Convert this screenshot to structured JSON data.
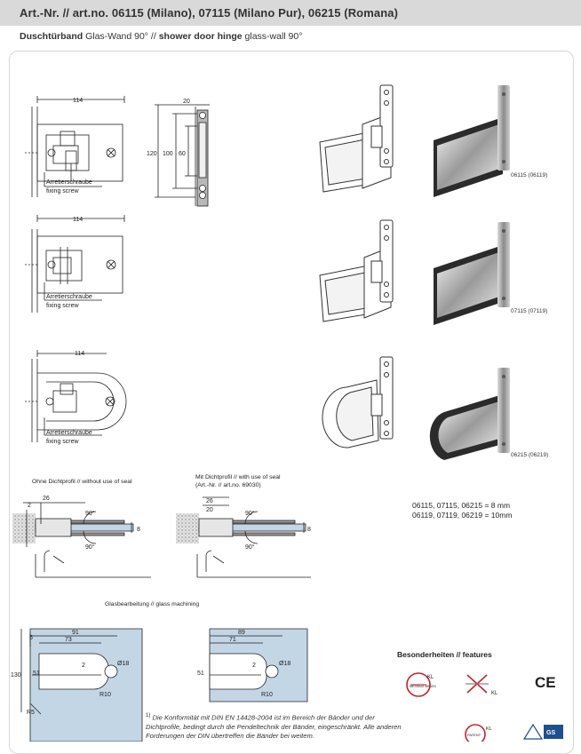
{
  "header": {
    "title": "Art.-Nr. // art.no. 06115 (Milano), 07115 (Milano Pur), 06215 (Romana)",
    "subtitle_bold_de": "Duschtürband",
    "subtitle_de": " Glas-Wand 90° // ",
    "subtitle_bold_en": "shower door hinge",
    "subtitle_en": " glass-wall 90°"
  },
  "drawings": {
    "dim_114": "114",
    "dim_20": "20",
    "dim_120": "120",
    "dim_100": "100",
    "dim_60": "60",
    "arretier_de": "Arretierschraube",
    "arretier_en": "fixing screw"
  },
  "product_codes": [
    "06115 (06119)",
    "07115 (07119)",
    "06215 (06219)"
  ],
  "seal": {
    "without_label": "Ohne Dichtprofil // without use of seal",
    "with_label": "Mit Dichtprofil // with use of seal",
    "with_artno": "(Art.-Nr. // art.no. 69030)",
    "dim_2": "2",
    "dim_26": "26",
    "dim_20": "20",
    "dim_90": "90°",
    "dim_8": "8"
  },
  "glass_sizes": {
    "line1": "06115, 07115, 06215 = 8 mm",
    "line2": "06119, 07119, 06219 = 10mm"
  },
  "machining": {
    "title": "Glasbearbeitung // glass machining",
    "left": {
      "d91": "91",
      "d73": "73",
      "d5": "5",
      "d130": "130",
      "d51": "51",
      "d2": "2",
      "d18": "Ø18",
      "r10": "R10",
      "r5": "R5"
    },
    "right": {
      "d89": "89",
      "d71": "71",
      "d51": "51",
      "d2": "2",
      "d18": "Ø18",
      "r10": "R10"
    }
  },
  "features": {
    "title": "Besonderheiten // features",
    "badge1_text": "KL",
    "badge1_sub": "MESSING BRASS",
    "badge2_text": "KL",
    "badge3_text": "PATENT",
    "badge3_kl": "KL",
    "ce": "CE"
  },
  "footnote": {
    "marker": "1)",
    "text": "Die Konformität mit DIN EN 14428-2004 ist im Bereich der Bänder und der Dichtprofile, bedingt durch die Pendeltechnik der Bänder, eingeschränkt. Alle anderen Forderungen der DIN übertreffen die Bänder bei weitem."
  },
  "colors": {
    "header_bg": "#d9d9d9",
    "glass_blue": "#c3d6e6",
    "badge_red": "#c0242b"
  }
}
